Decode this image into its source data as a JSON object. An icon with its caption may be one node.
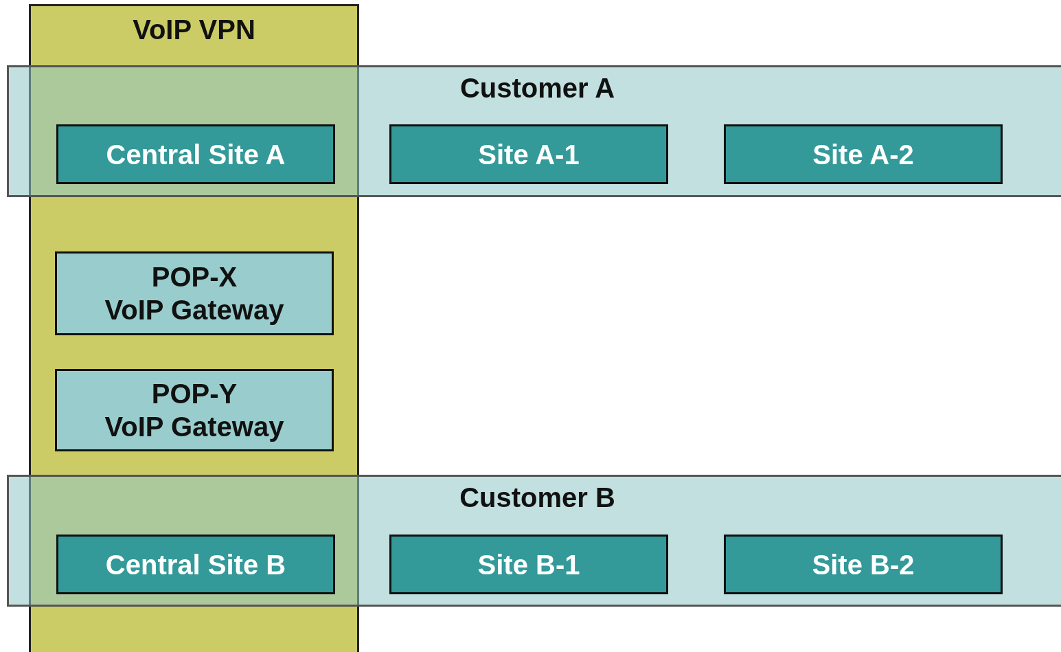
{
  "diagram": {
    "nodes": [
      {
        "text": [
          "VoIP VPN"
        ]
      },
      {
        "text": [
          "Customer A"
        ]
      },
      {
        "text": [
          "Central Site A"
        ]
      },
      {
        "text": [
          "Site A-1"
        ],
        "in": 1
      },
      {
        "text": [
          "Site A-2"
        ],
        "in": 1
      },
      {
        "text": [
          "POP-X VoIP Gateway"
        ],
        "in": 0
      },
      {
        "text": [
          "POP-Y VoIP Gateway"
        ],
        "in": 0
      },
      {
        "text": [
          "Customer B"
        ]
      },
      {
        "text": [
          "Central Site B"
        ]
      },
      {
        "text": [
          "Site B-1"
        ],
        "in": 7
      },
      {
        "text": [
          "Site B-2"
        ],
        "in": 7
      }
    ]
  }
}
